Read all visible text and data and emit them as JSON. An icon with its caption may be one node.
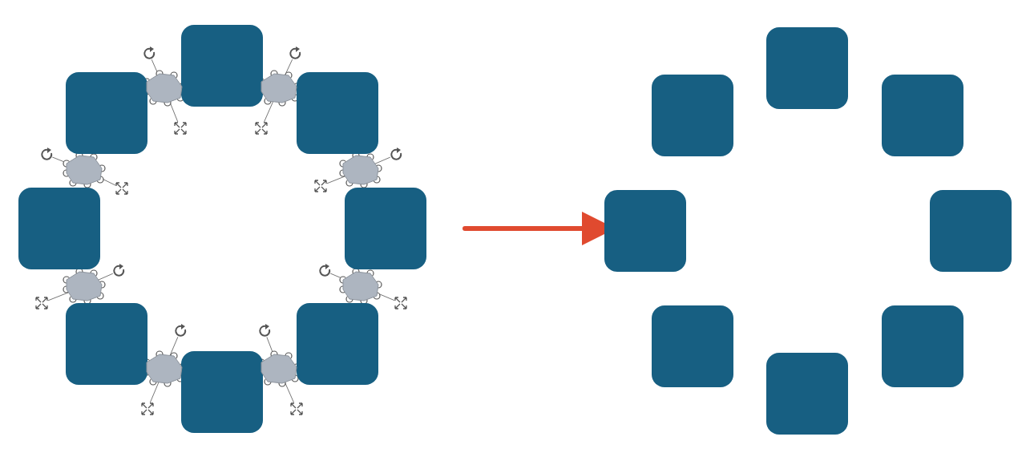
{
  "diagram": {
    "nodes": [
      {
        "text": [],
        "shape": "box"
      },
      {
        "text": [],
        "shape": "box"
      },
      {
        "text": [],
        "shape": "box"
      },
      {
        "text": [],
        "shape": "box"
      },
      {
        "text": [],
        "shape": "box"
      },
      {
        "text": [],
        "shape": "box"
      },
      {
        "text": [],
        "shape": "box"
      },
      {
        "text": [],
        "shape": "box"
      },
      {
        "text": [],
        "shape": "hexagon"
      },
      {
        "text": [],
        "shape": "hexagon"
      },
      {
        "text": [],
        "shape": "hexagon"
      },
      {
        "text": [],
        "shape": "hexagon"
      },
      {
        "text": [],
        "shape": "hexagon"
      },
      {
        "text": [],
        "shape": "hexagon"
      },
      {
        "text": [],
        "shape": "hexagon"
      },
      {
        "text": [],
        "shape": "hexagon"
      },
      {
        "text": [],
        "shape": "box"
      },
      {
        "text": [],
        "shape": "box"
      },
      {
        "text": [],
        "shape": "box"
      },
      {
        "text": [],
        "shape": "box"
      },
      {
        "text": [],
        "shape": "box"
      },
      {
        "text": [],
        "shape": "box"
      },
      {
        "text": [],
        "shape": "box"
      },
      {
        "text": [],
        "shape": "box"
      }
    ],
    "edges": [
      {
        "from": 4,
        "to": 19,
        "arrow": "to"
      }
    ]
  }
}
